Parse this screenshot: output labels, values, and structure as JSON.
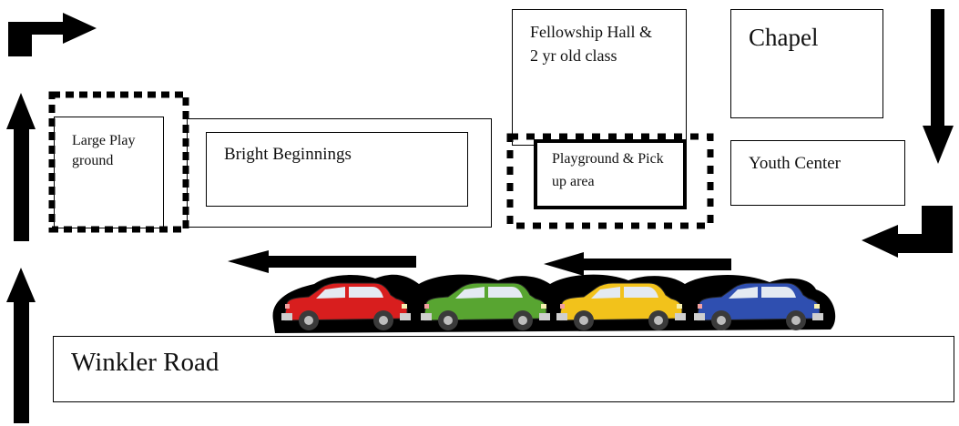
{
  "map": {
    "buildings": {
      "large_playground": "Large Play ground",
      "bright_beginnings": "Bright Beginnings",
      "fellowship_hall": "Fellowship Hall & 2 yr old class",
      "chapel": "Chapel",
      "playground_pickup": "Playground & Pick up area",
      "youth_center": "Youth Center"
    },
    "road": "Winkler Road",
    "car_colors": [
      "#d81e1e",
      "#58a531",
      "#f2c21b",
      "#2f4fb0"
    ]
  }
}
